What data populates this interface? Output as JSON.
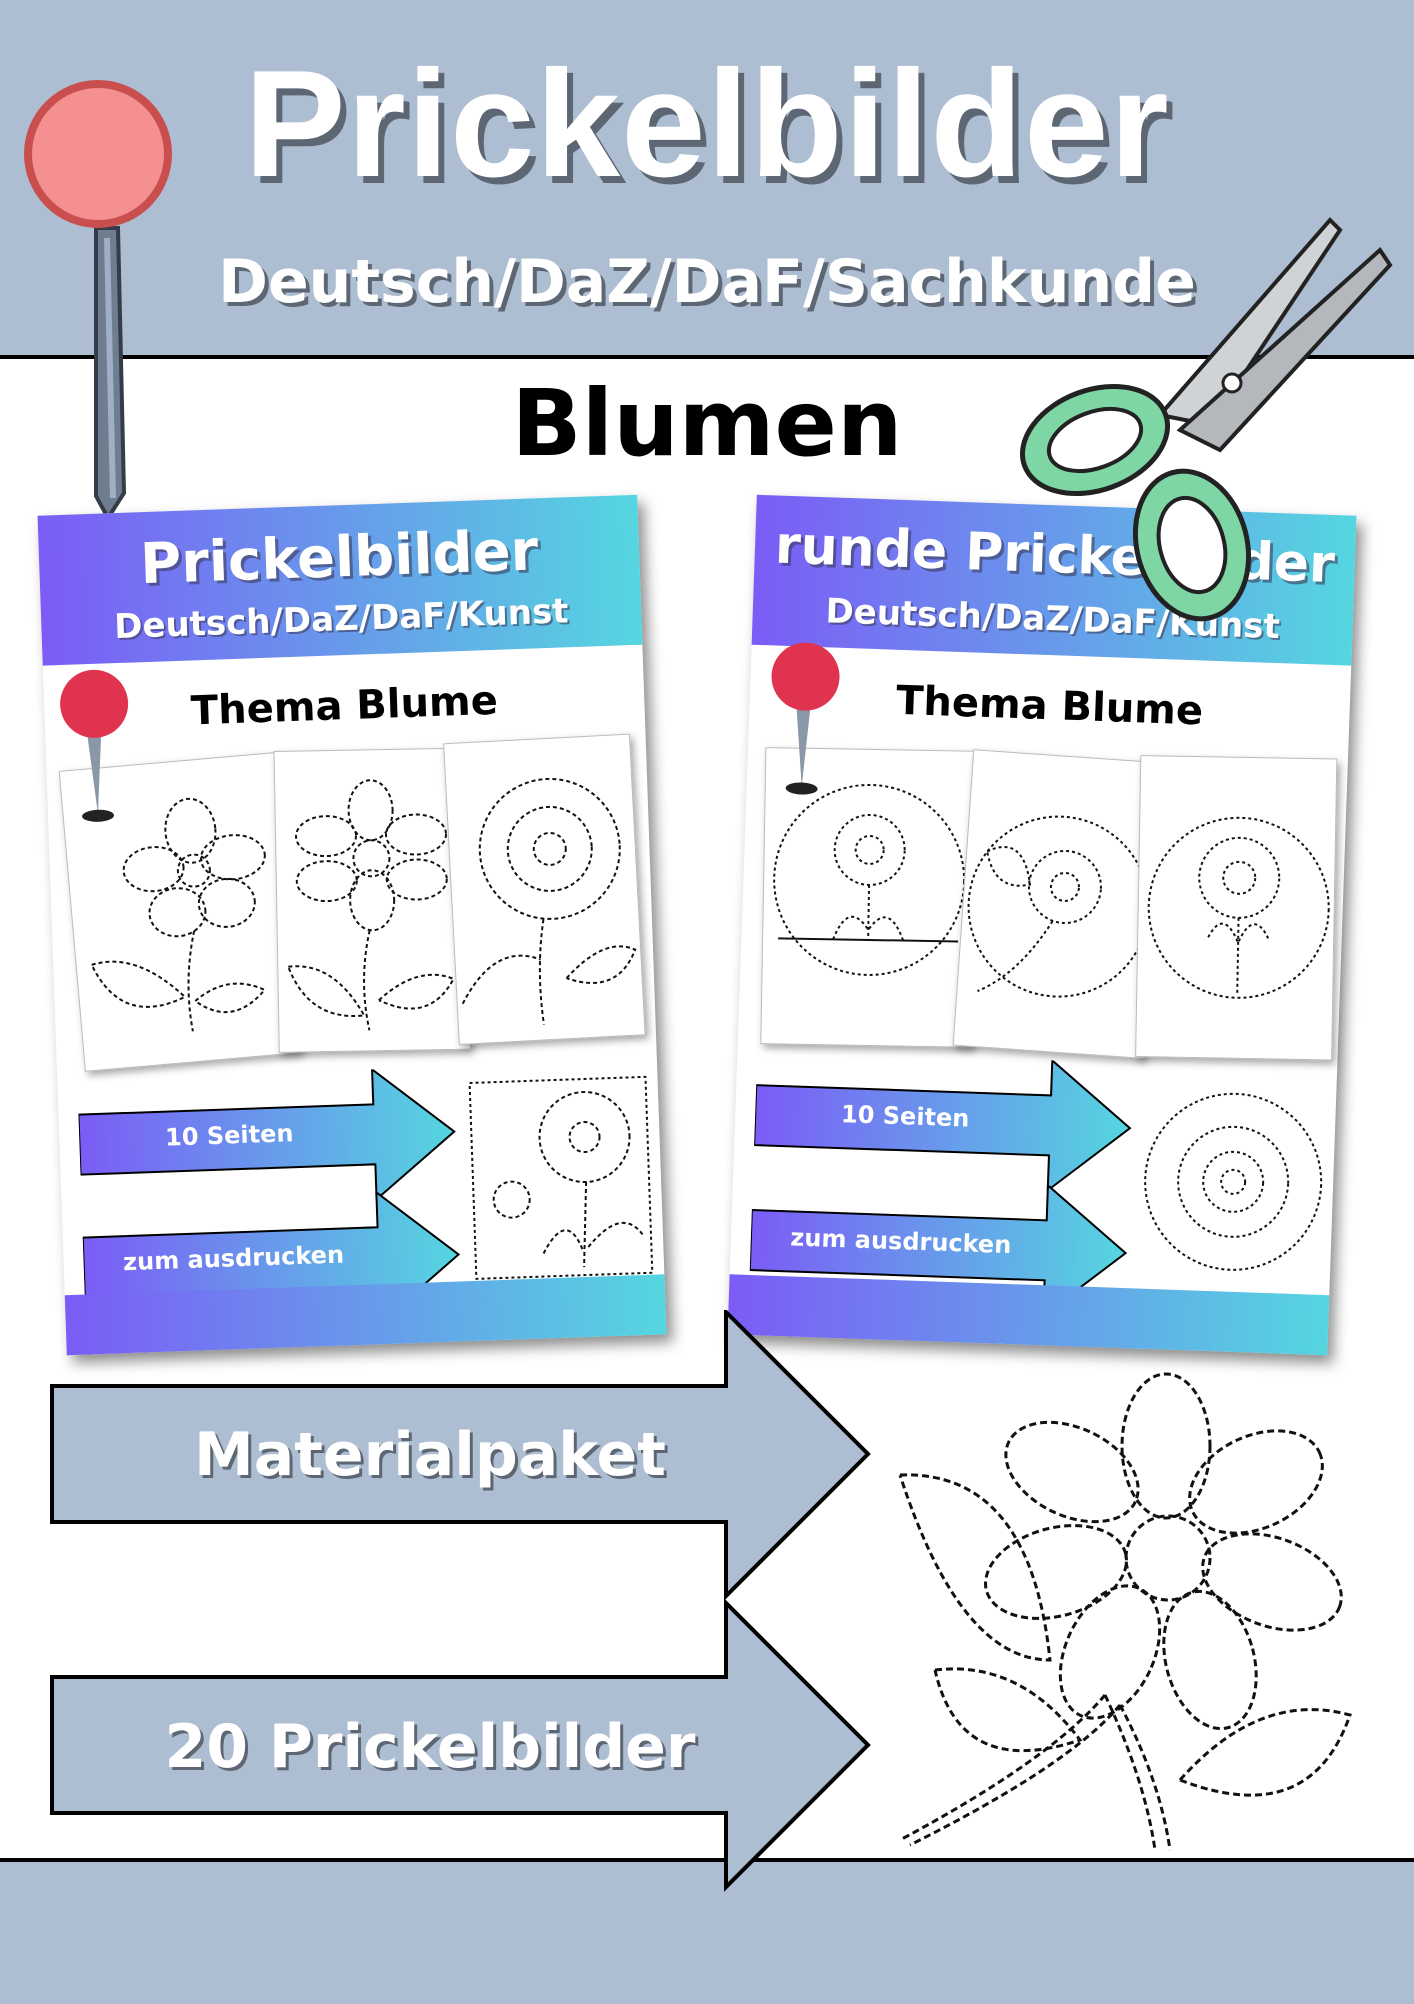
{
  "header": {
    "title": "Prickelbilder",
    "subtitle": "Deutsch/DaZ/DaF/Sachkunde"
  },
  "topic": "Blumen",
  "cards": [
    {
      "title": "Prickelbilder",
      "subtitle": "Deutsch/DaZ/DaF/Kunst",
      "theme": "Thema Blume",
      "arrow1": "10 Seiten",
      "arrow2": "zum ausdrucken"
    },
    {
      "title": "runde Prickelbilder",
      "subtitle": "Deutsch/DaZ/DaF/Kunst",
      "theme": "Thema Blume",
      "arrow1": "10 Seiten",
      "arrow2": "zum ausdrucken"
    }
  ],
  "banners": {
    "first": "Materialpaket",
    "second": "20 Prickelbilder"
  },
  "colors": {
    "band": "#adbdd2",
    "accent_start": "#7b5cf6",
    "accent_end": "#55d6e0",
    "pin_head": "#f59090",
    "scissor_handle": "#7fd6a5"
  },
  "icons": [
    "push-pin-icon",
    "scissors-icon",
    "flower-icon"
  ]
}
